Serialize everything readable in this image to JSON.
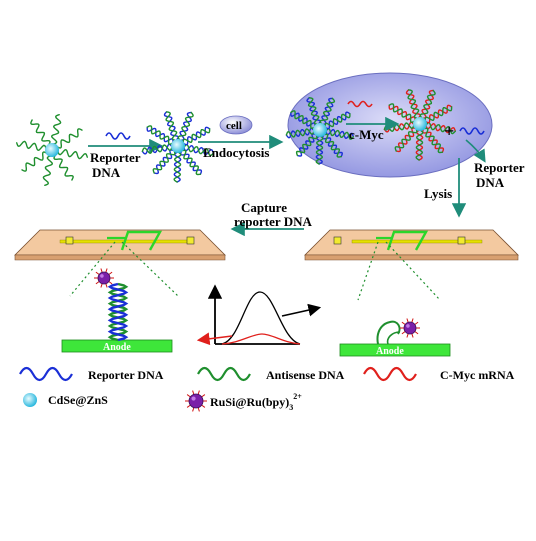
{
  "labels": {
    "reporter_dna_top": "Reporter",
    "reporter_dna_top_2": "DNA",
    "cell": "cell",
    "endocytosis": "Endocytosis",
    "cmyc": "c-Myc",
    "plus": "+",
    "reporter_dna_right": "Reporter",
    "reporter_dna_right_2": "DNA",
    "lysis": "Lysis",
    "capture": "Capture",
    "capture_2": "reporter DNA",
    "anode_left": "Anode",
    "anode_right": "Anode"
  },
  "legend": {
    "reporter_dna": "Reporter DNA",
    "antisense_dna": "Antisense DNA",
    "cmyc_mrna": "C-Myc mRNA",
    "cdse_zns": "CdSe@ZnS",
    "rusi": "RuSi@Ru(bpy)",
    "rusi_sub": "3",
    "rusi_sup": "2+"
  },
  "colors": {
    "reporter_blue": "#1a2fd6",
    "antisense_green": "#1f8f2e",
    "mrna_red": "#e0201c",
    "anode_green": "#3ee63a",
    "electrode_tan": "#f3c9a0",
    "cell_blue": "#8f93e0",
    "arrow_teal": "#1f8c7a",
    "qd_cyan": "#5fd9f0",
    "rusi_purple": "#7a1fa8"
  }
}
